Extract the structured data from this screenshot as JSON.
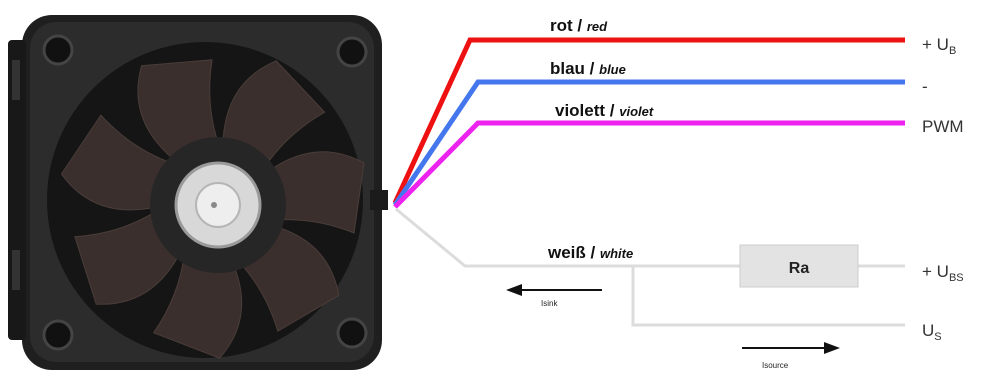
{
  "wires": [
    {
      "id": "red",
      "label": "rot / ",
      "label_en": "red",
      "color": "#ee1111",
      "terminal": "+ U",
      "terminal_sub": "B"
    },
    {
      "id": "blue",
      "label": "blau / ",
      "label_en": "blue",
      "color": "#4477ee",
      "terminal": "-",
      "terminal_sub": ""
    },
    {
      "id": "violet",
      "label": "violett / ",
      "label_en": "violet",
      "color": "#ee22ee",
      "terminal": "PWM",
      "terminal_sub": ""
    },
    {
      "id": "white",
      "label": "weiß / ",
      "label_en": "white",
      "color": "#dddddd",
      "terminal": "+ U",
      "terminal_sub": "BS"
    }
  ],
  "resistor": {
    "label": "Ra",
    "fill": "#e3e3e3"
  },
  "sense_terminal": {
    "text": "U",
    "sub": "S"
  },
  "currents": {
    "sink": "Isink",
    "source": "Isource"
  },
  "fan": {
    "body_color": "#2a2a2a",
    "blade_color": "#3a2f2c",
    "hub_color": "#d8d8d8"
  }
}
